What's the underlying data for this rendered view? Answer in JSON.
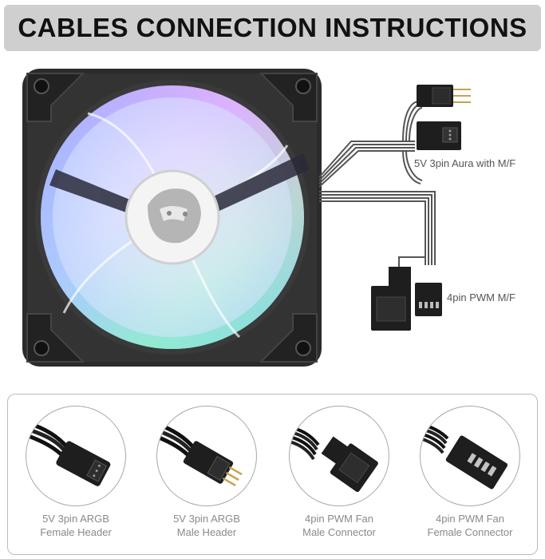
{
  "banner": {
    "title": "CABLES CONNECTION INSTRUCTIONS"
  },
  "callouts": {
    "aura": "5V 3pin Aura with M/F",
    "pwm": "4pin PWM M/F"
  },
  "connectors": [
    {
      "line1": "5V 3pin ARGB",
      "line2": "Female Header",
      "icon": "argb-female-header-icon"
    },
    {
      "line1": "5V 3pin ARGB",
      "line2": "Male Header",
      "icon": "argb-male-header-icon"
    },
    {
      "line1": "4pin PWM Fan",
      "line2": "Male Connector",
      "icon": "pwm-male-connector-icon"
    },
    {
      "line1": "4pin PWM Fan",
      "line2": "Female Connector",
      "icon": "pwm-female-connector-icon"
    }
  ],
  "colors": {
    "banner_bg": "#cfcfcf",
    "fan_frame": "#2b2b2b",
    "connector_black": "#1e1e1e",
    "label_gray": "#8a8a8a"
  }
}
